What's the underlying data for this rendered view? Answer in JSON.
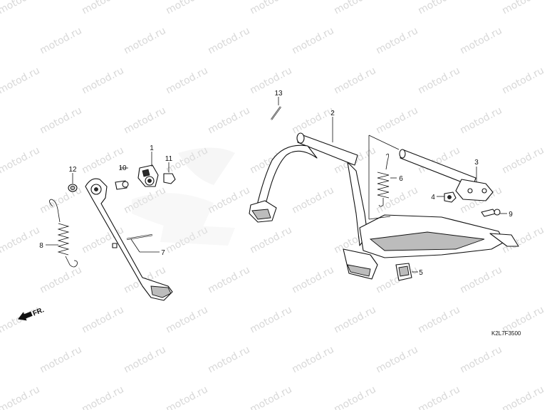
{
  "watermark": {
    "text": "motod.ru"
  },
  "diagram_code": "K2L7F3500",
  "front_indicator": {
    "label": "FR."
  },
  "callouts": [
    {
      "id": "label-1",
      "text": "1"
    },
    {
      "id": "label-2",
      "text": "2"
    },
    {
      "id": "label-3",
      "text": "3"
    },
    {
      "id": "label-4",
      "text": "4"
    },
    {
      "id": "label-5",
      "text": "5"
    },
    {
      "id": "label-6",
      "text": "6"
    },
    {
      "id": "label-7",
      "text": "7"
    },
    {
      "id": "label-8",
      "text": "8"
    },
    {
      "id": "label-9",
      "text": "9"
    },
    {
      "id": "label-10",
      "text": "10"
    },
    {
      "id": "label-11",
      "text": "11"
    },
    {
      "id": "label-12",
      "text": "12"
    },
    {
      "id": "label-13",
      "text": "13"
    }
  ]
}
